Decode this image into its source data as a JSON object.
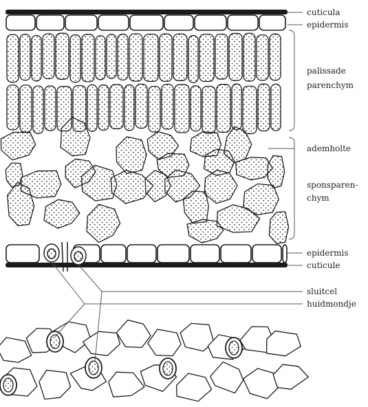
{
  "labels": {
    "cuticula": "cuticula",
    "epidermis_top": "epidermis",
    "palissade_1": "palissade",
    "palissade_2": "parenchym",
    "ademholte": "ademholte",
    "spons_1": "sponsparen-",
    "spons_2": "chym",
    "epidermis_bottom": "epidermis",
    "cuticule": "cuticule",
    "sluitcel": "sluitcel",
    "huidmondje": "huidmondje"
  },
  "colors": {
    "line": "#1a1a1a",
    "stipple": "#333333",
    "background": "#ffffff"
  }
}
